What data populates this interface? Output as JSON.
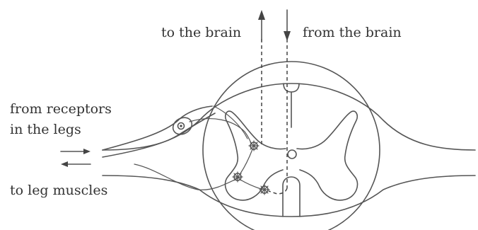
{
  "labels": {
    "to_brain": "to the brain",
    "from_brain": "from the brain",
    "from_receptors_line1": "from receptors",
    "from_receptors_line2": "in the legs",
    "to_leg_muscles": "to leg muscles"
  },
  "colors": {
    "line": "#555555",
    "text": "#333333",
    "background": "#ffffff"
  }
}
